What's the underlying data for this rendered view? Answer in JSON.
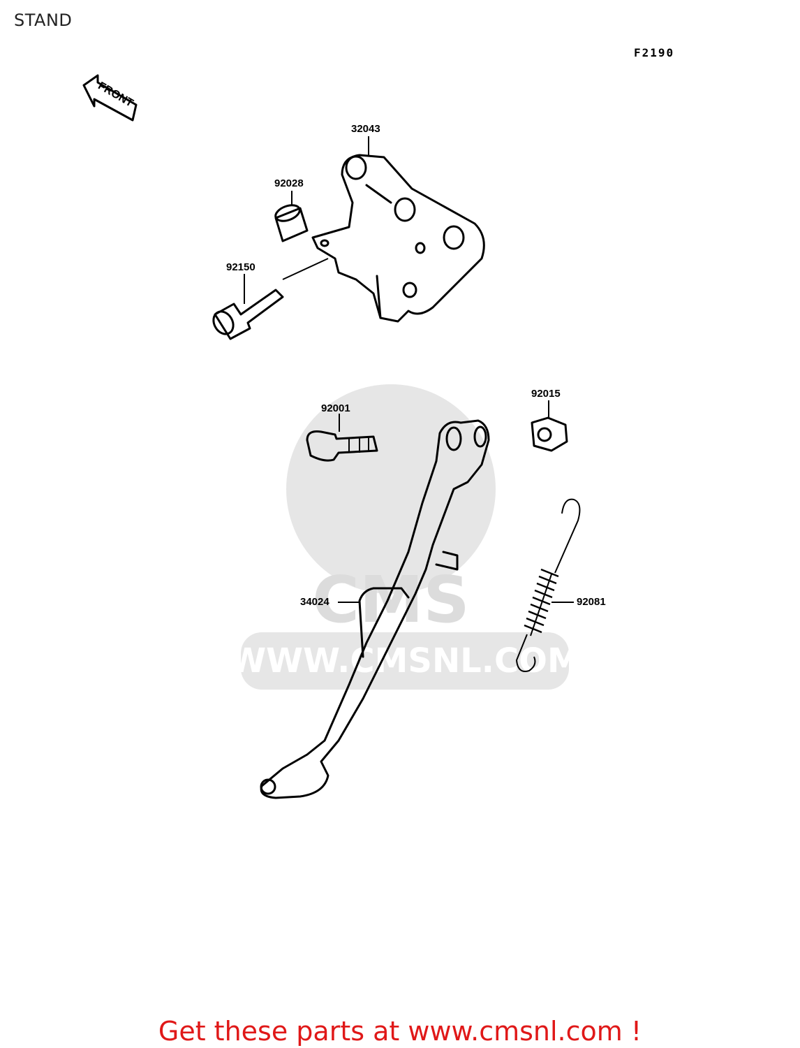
{
  "page": {
    "title": "STAND",
    "figure_code": "F2190"
  },
  "diagram": {
    "front_arrow_text": "FRONT",
    "watermark": {
      "logo_text": "CMS",
      "url_text": "WWW.CMSNL.COM"
    },
    "parts": [
      {
        "number": "32043",
        "name": "bracket"
      },
      {
        "number": "92028",
        "name": "collar"
      },
      {
        "number": "92150",
        "name": "bolt"
      },
      {
        "number": "92001",
        "name": "bolt"
      },
      {
        "number": "92015",
        "name": "nut"
      },
      {
        "number": "34024",
        "name": "side-stand"
      },
      {
        "number": "92081",
        "name": "spring"
      }
    ]
  },
  "footer": {
    "link_text": "Get these parts at www.cmsnl.com !"
  }
}
